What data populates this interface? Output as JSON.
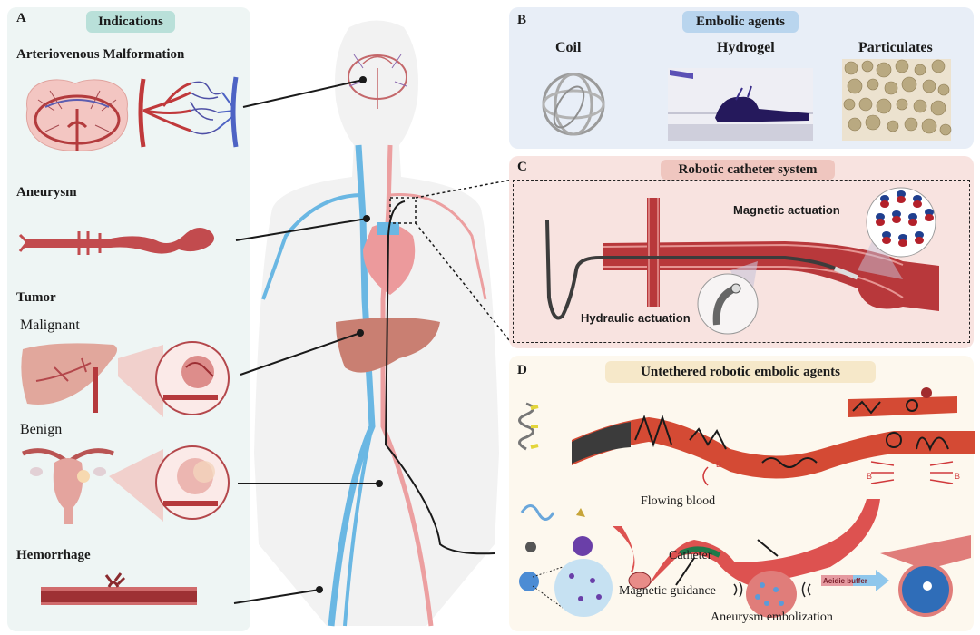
{
  "panel_a": {
    "letter": "A",
    "title": "Indications",
    "sections": {
      "avm": "Arteriovenous Malformation",
      "aneurysm": "Aneurysm",
      "tumor": "Tumor",
      "malignant": "Malignant",
      "benign": "Benign",
      "hemorrhage": "Hemorrhage"
    }
  },
  "panel_b": {
    "letter": "B",
    "title": "Embolic agents",
    "items": [
      "Coil",
      "Hydrogel",
      "Particulates"
    ]
  },
  "panel_c": {
    "letter": "C",
    "title": "Robotic catheter system",
    "labels": {
      "magnetic": "Magnetic actuation",
      "hydraulic": "Hydraulic actuation"
    }
  },
  "panel_d": {
    "letter": "D",
    "title": "Untethered robotic embolic agents",
    "field_label": "B",
    "labels": {
      "flowing_blood": "Flowing blood",
      "catheter": "Catheter",
      "magnetic_guidance": "Magnetic guidance",
      "aneurysm_embolization": "Aneurysm embolization",
      "acidic_buffer": "Acidic buffer"
    }
  },
  "colors": {
    "panel_a_bg": "#eef5f4",
    "panel_a_pill": "#b9e0d9",
    "panel_b_bg": "#e8eef7",
    "panel_b_pill": "#b9d5ee",
    "panel_c_bg": "#f8e3e0",
    "panel_c_pill": "#efc6bf",
    "panel_d_bg": "#fdf8ee",
    "panel_d_pill": "#f6e8c9",
    "artery": "#c9484a",
    "vein": "#6ab7e3",
    "vessel_dark": "#a33a3c"
  }
}
